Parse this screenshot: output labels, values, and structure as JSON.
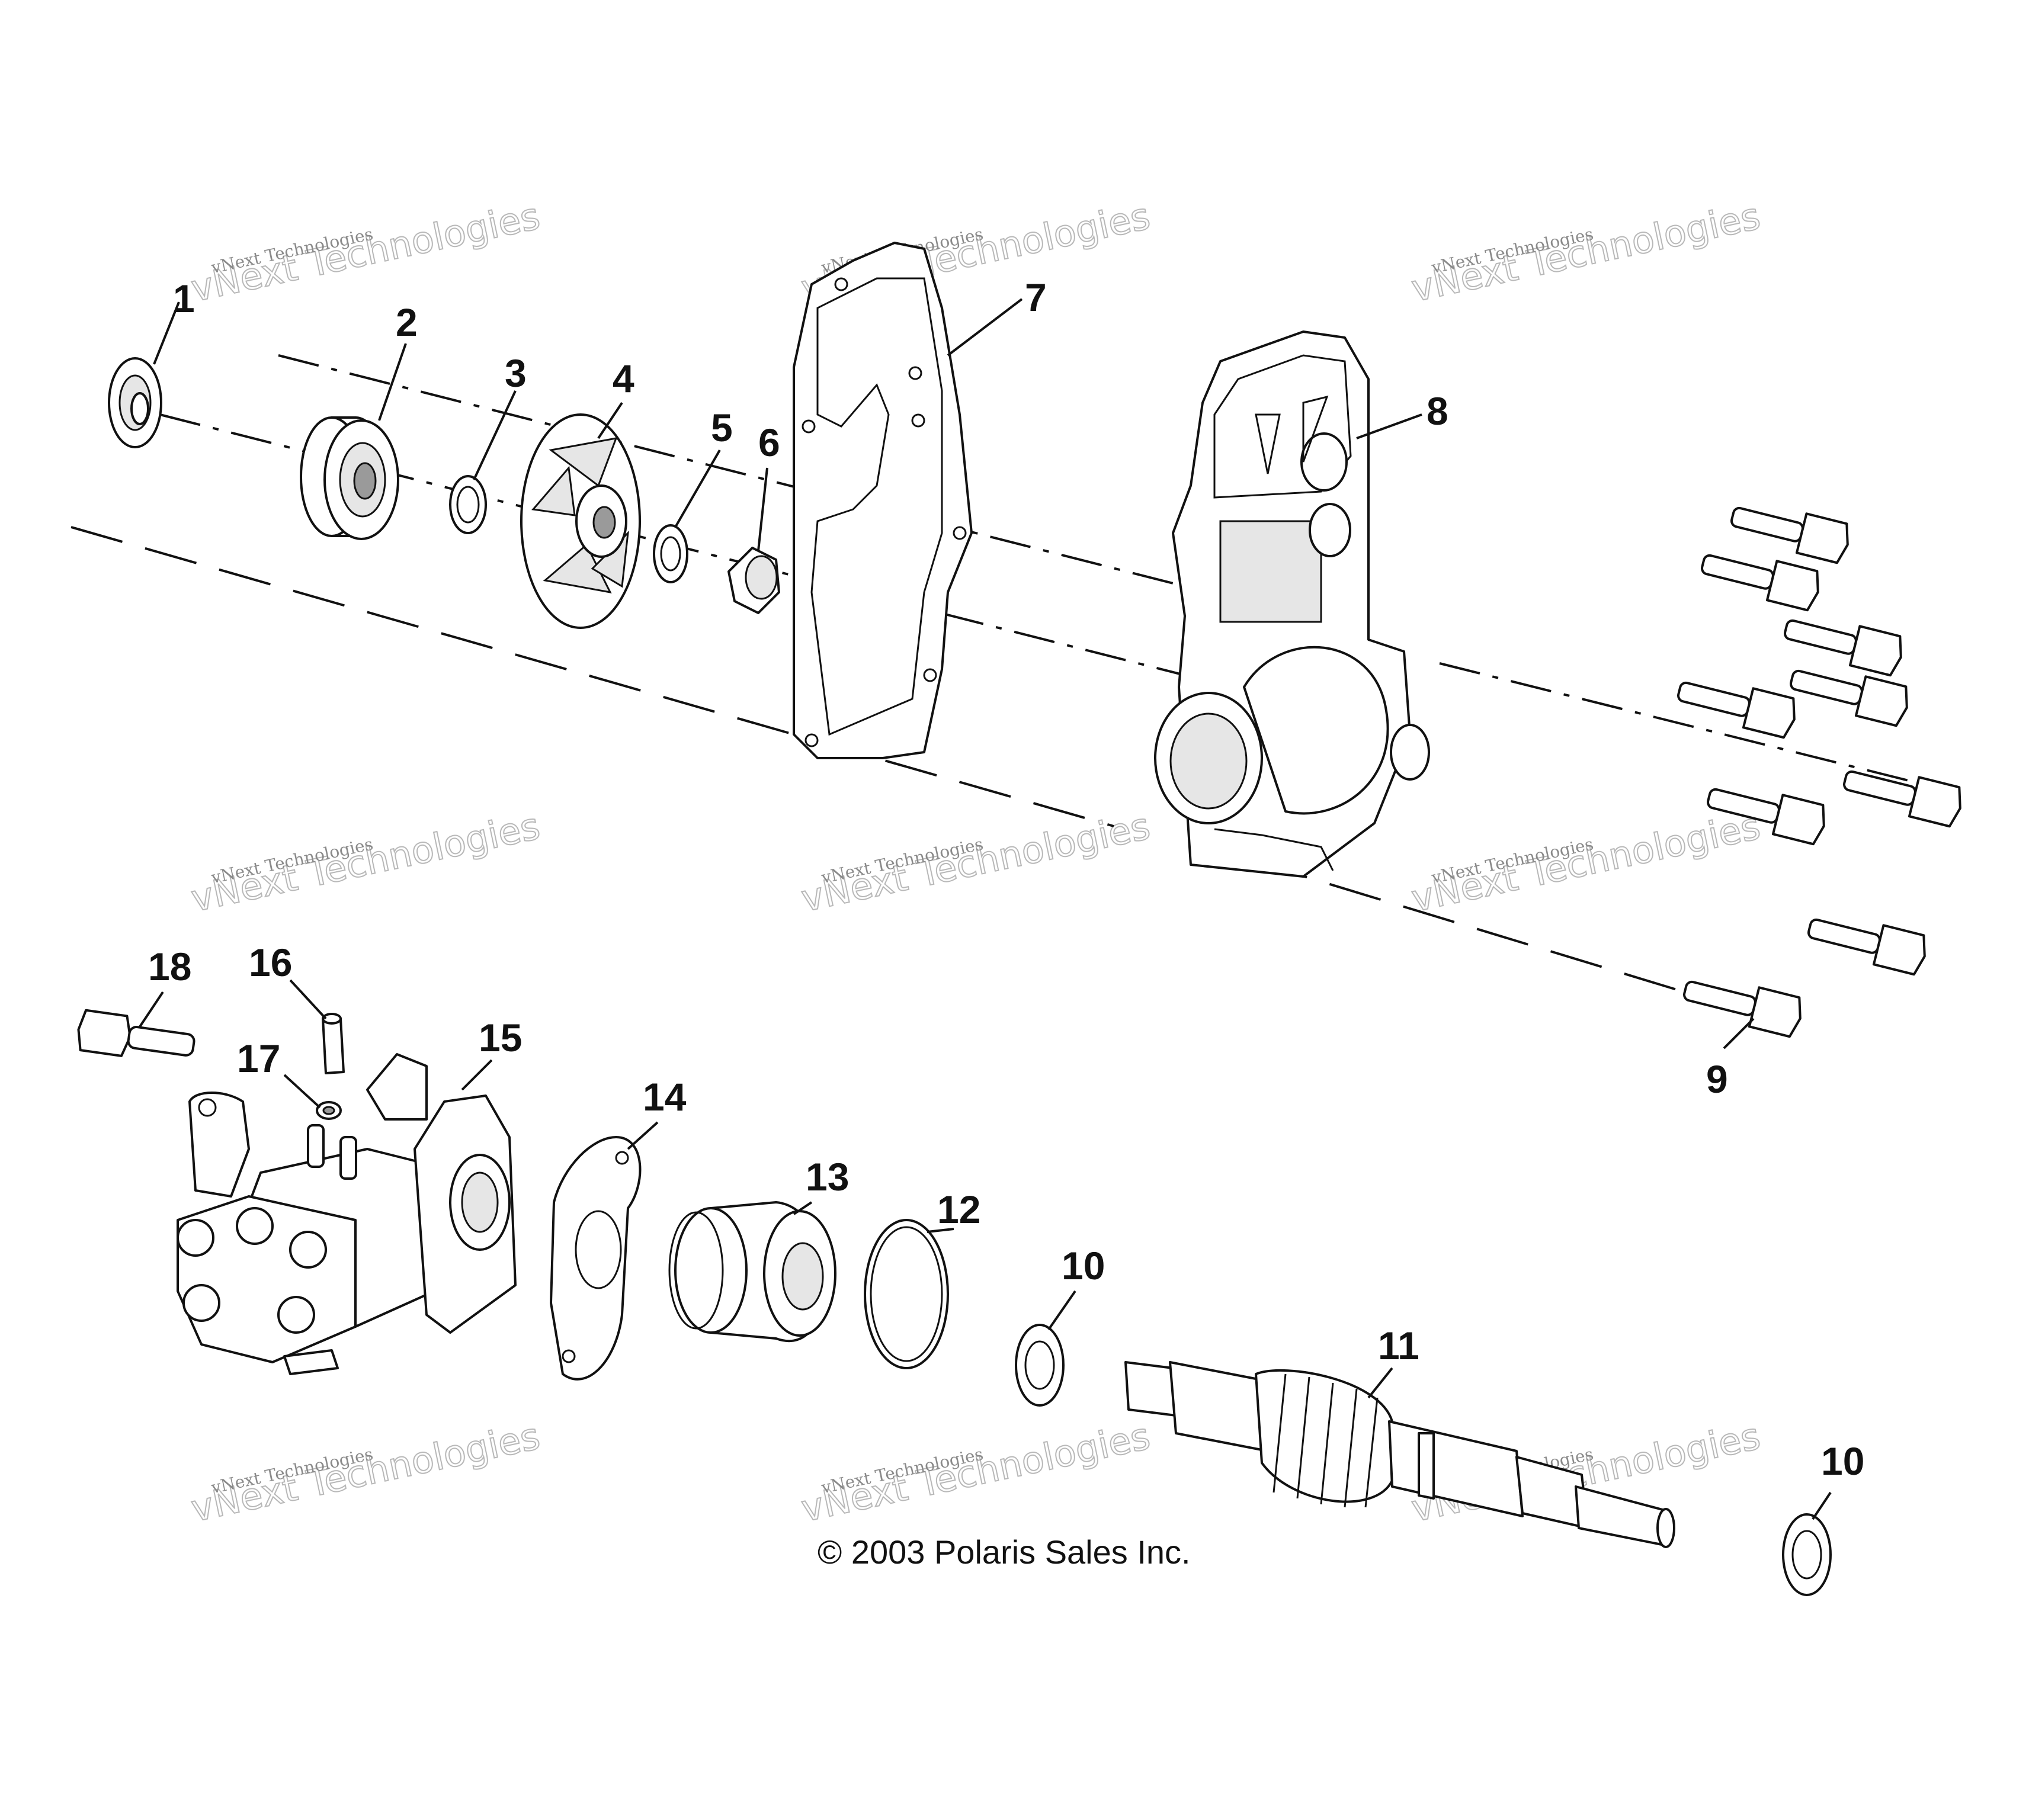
{
  "diagram": {
    "callouts": {
      "c1": "1",
      "c2": "2",
      "c3": "3",
      "c4": "4",
      "c5": "5",
      "c6": "6",
      "c7": "7",
      "c8": "8",
      "c9": "9",
      "c10a": "10",
      "c10b": "10",
      "c11": "11",
      "c12": "12",
      "c13": "13",
      "c14": "14",
      "c15": "15",
      "c16": "16",
      "c17": "17",
      "c18": "18"
    },
    "copyright": "© 2003 Polaris Sales Inc.",
    "watermark": {
      "line1": "vNext Technologies",
      "line2": "vNext Technologies"
    }
  }
}
